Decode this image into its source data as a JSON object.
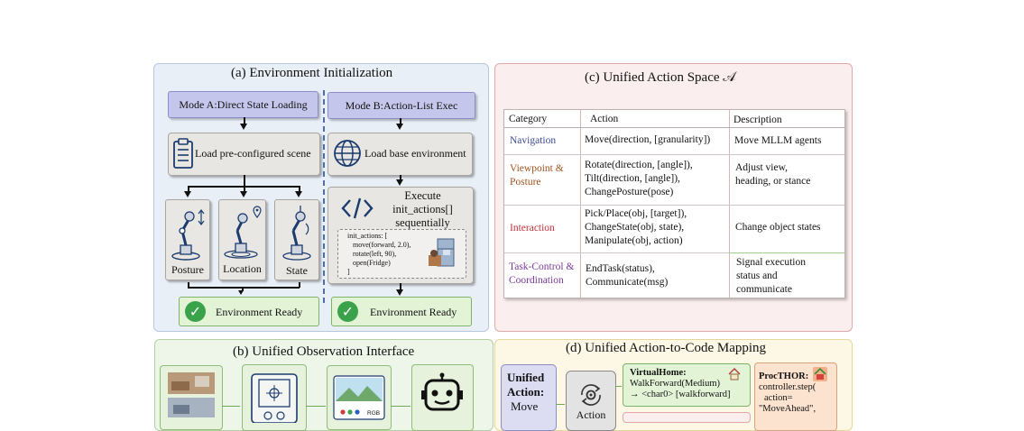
{
  "panel_a": {
    "title": "(a) Environment Initialization",
    "mode_a": "Mode A:Direct State Loading",
    "mode_b": "Mode B:Action-List Exec",
    "load_preconfigured": "Load pre-configured scene",
    "load_base": "Load base environment",
    "execute_lines": [
      "Execute",
      "init_actions[]",
      "sequentially"
    ],
    "code_lines": [
      "init_actions: [",
      "move(forward, 2.0),",
      "rotate(left, 90),",
      "open(Fridge)",
      "]"
    ],
    "robots": [
      "Posture",
      "Location",
      "State"
    ],
    "ready_left": "Environment Ready",
    "ready_right": "Environment Ready"
  },
  "panel_b": {
    "title": "(b) Unified Observation Interface",
    "rgb_label": "RGB"
  },
  "panel_c": {
    "title": "(c) Unified Action Space 𝒜",
    "headers": [
      "Category",
      "Action",
      "Description"
    ],
    "rows": [
      {
        "category": [
          "Navigation"
        ],
        "action": [
          "Move(direction, [granularity])"
        ],
        "description": [
          "Move MLLM agents"
        ],
        "color": "#3b4a94"
      },
      {
        "category": [
          "Viewpoint &",
          "Posture"
        ],
        "action": [
          "Rotate(direction, [angle]),",
          "Tilt(direction, [angle]),",
          "ChangePosture(pose)"
        ],
        "description": [
          "Adjust view,",
          "heading, or stance"
        ],
        "color": "#a0521c"
      },
      {
        "category": [
          "Interaction"
        ],
        "action": [
          "Pick/Place(obj, [target]),",
          "ChangeState(obj, state),",
          "Manipulate(obj, action)"
        ],
        "description": [
          "Change object states"
        ],
        "color": "#c0303a"
      },
      {
        "category": [
          "Task-Control &",
          "Coordination"
        ],
        "action": [
          "EndTask(status),",
          "Communicate(msg)"
        ],
        "description": [
          "Signal execution",
          "status and",
          "communicate"
        ],
        "color": "#7a3a9a"
      }
    ]
  },
  "panel_d": {
    "title": "(d) Unified Action-to-Code Mapping",
    "unified_action": [
      "Unified",
      "Action:",
      "Move"
    ],
    "center_label": "Action",
    "virtualhome_title": "VirtualHome:",
    "virtualhome_lines": [
      "WalkForward(Medium)",
      "→ <char0> [walkforward]"
    ],
    "procthor_title": "ProcTHOR:",
    "procthor_lines": [
      "controller.step(",
      "action=",
      "\"MoveAhead\","
    ]
  },
  "colors": {
    "mode_fill": "#c5c6ec",
    "ready_fill": "#e3f3d6",
    "check_green": "#3aa24b"
  }
}
